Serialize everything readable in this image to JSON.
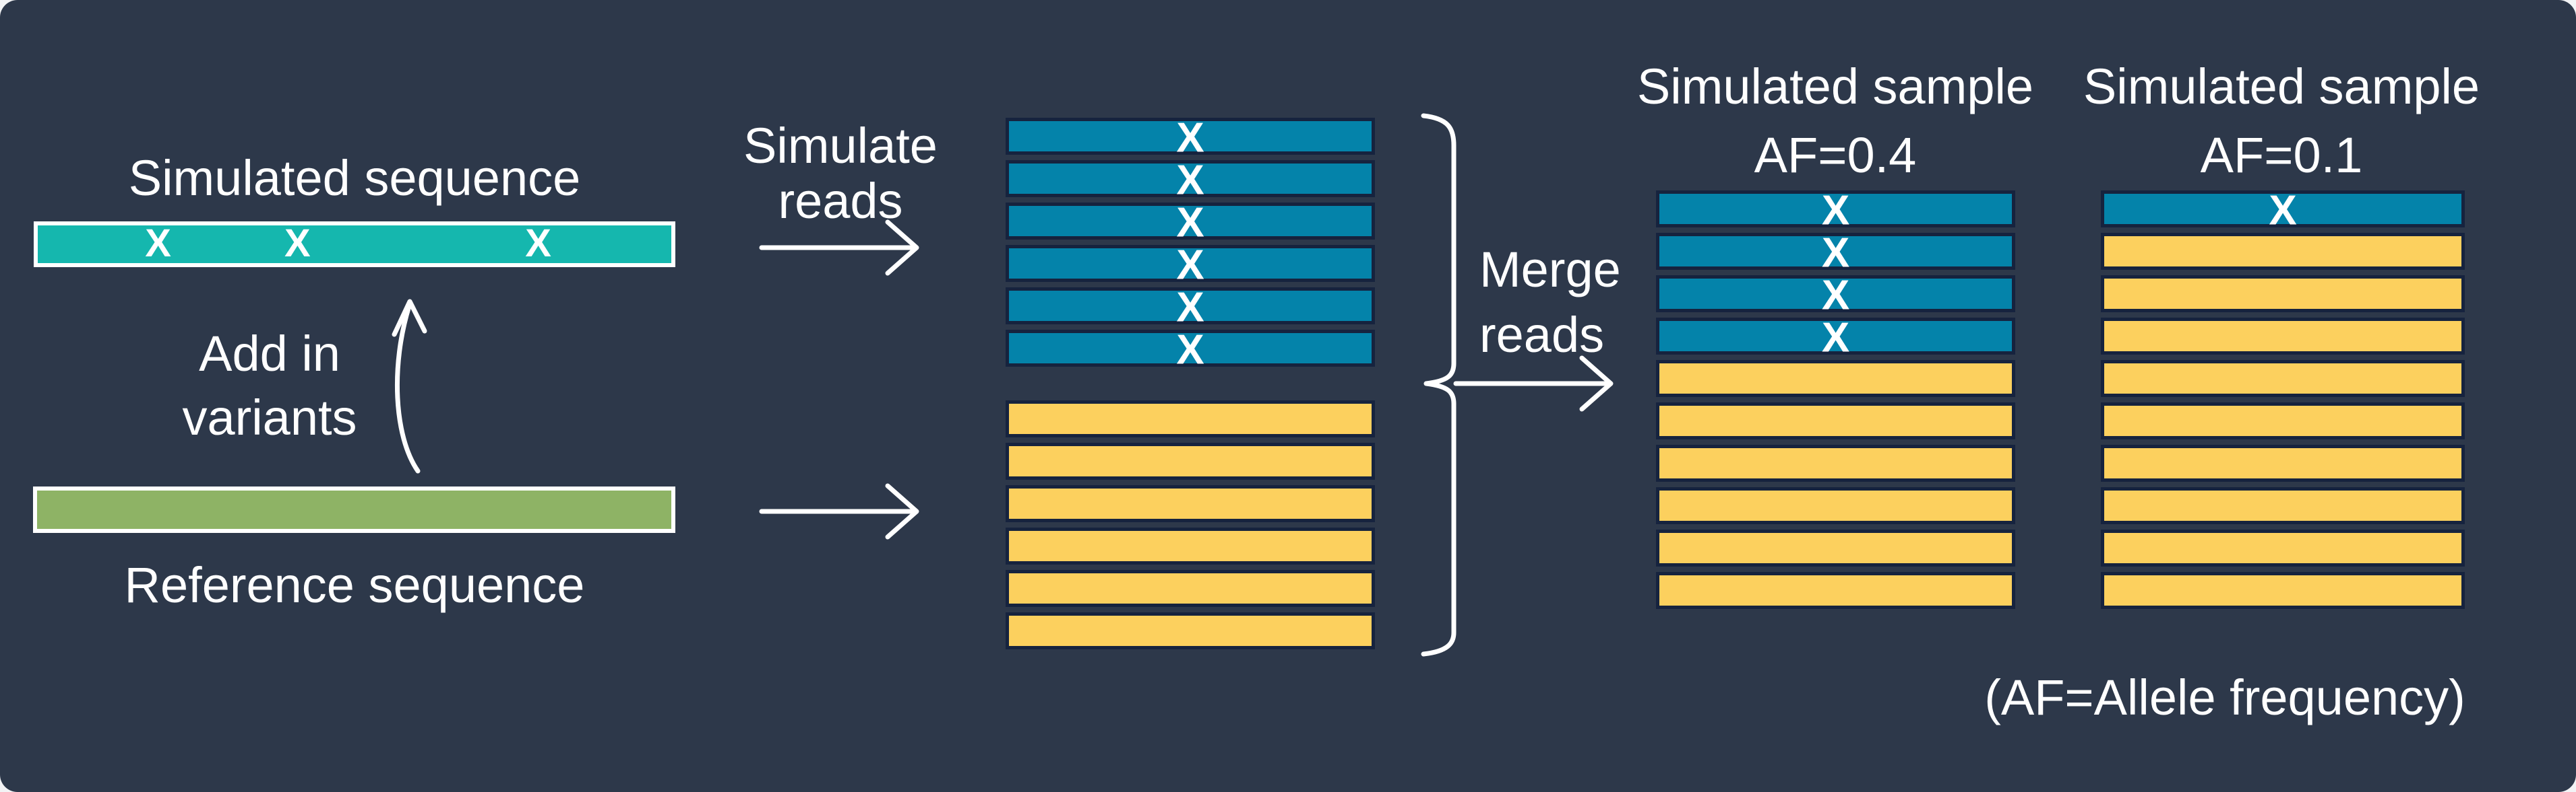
{
  "colors": {
    "bg": "#2d384a",
    "text": "#ffffff",
    "variant": "#0483aa",
    "reference": "#fcd05e",
    "simulated_sequence": "#15b7ae",
    "reference_sequence": "#8eb365",
    "bar-border": "#16233e"
  },
  "left_panel": {
    "simulated_sequence_label": "Simulated sequence",
    "add_variants_line1": "Add in",
    "add_variants_line2": "variants",
    "reference_sequence_label": "Reference sequence",
    "variant_mark": "X",
    "variant_mark_positions": [
      0.19,
      0.41,
      0.79
    ]
  },
  "simulate_step": {
    "label_line1": "Simulate",
    "label_line2": "reads"
  },
  "merge_step": {
    "label_line1": "Merge",
    "label_line2": "reads"
  },
  "reads": {
    "mark": "X",
    "middle_variant_stack_count": 6,
    "middle_reference_stack_count": 6
  },
  "samples": [
    {
      "title": "Simulated sample",
      "af_label": "AF=0.4",
      "variant_reads": 4,
      "reference_reads": 6
    },
    {
      "title": "Simulated sample",
      "af_label": "AF=0.1",
      "variant_reads": 1,
      "reference_reads": 9
    }
  ],
  "footnote": "(AF=Allele frequency)",
  "stacks": [
    {
      "id": "stack-middle-variant",
      "variant": 6,
      "reference": 0,
      "marked": true
    },
    {
      "id": "stack-middle-reference",
      "variant": 0,
      "reference": 6,
      "marked": false
    },
    {
      "id": "sample-stack-0",
      "variant": 4,
      "reference": 6,
      "marked": true
    },
    {
      "id": "sample-stack-1",
      "variant": 1,
      "reference": 9,
      "marked": true
    }
  ]
}
